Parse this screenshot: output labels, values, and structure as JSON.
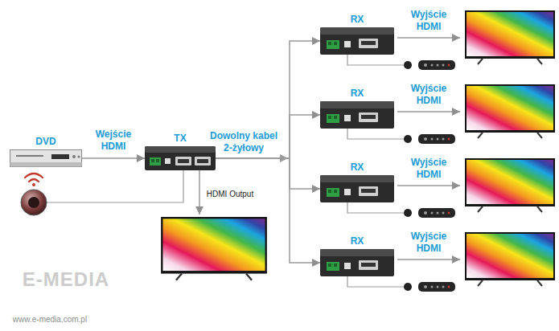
{
  "diagram": {
    "nodes": [
      {
        "text": [
          "DVD"
        ]
      },
      {
        "text": [
          "TX"
        ]
      },
      {
        "text": [
          "RX"
        ]
      },
      {
        "text": [
          "RX"
        ]
      },
      {
        "text": [
          "RX"
        ]
      },
      {
        "text": [
          "RX"
        ]
      }
    ],
    "edges": [
      {
        "from": 0,
        "to": 1,
        "arrow": "to",
        "label": "Wejście HDMI"
      },
      {
        "from": 1,
        "to": 2,
        "arrow": "to",
        "label": "Dowolny kabel 2-żyłowy"
      },
      {
        "from": 1,
        "to": 3,
        "arrow": "to"
      },
      {
        "from": 1,
        "to": 4,
        "arrow": "to"
      },
      {
        "from": 1,
        "to": 5,
        "arrow": "to"
      }
    ],
    "labels": [
      "HDMI Output",
      "Wyjście HDMI",
      "Wyjście HDMI",
      "Wyjście HDMI",
      "Wyjście HDMI",
      "E-MEDIA",
      "www.e-media.com.pl"
    ]
  }
}
